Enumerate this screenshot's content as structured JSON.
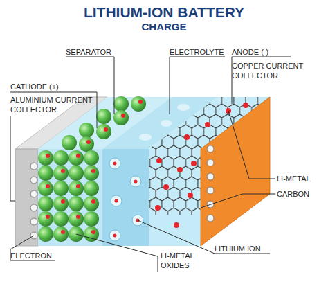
{
  "diagram": {
    "title": "LITHIUM-ION BATTERY",
    "labels": [
      "CHARGE",
      "SEPARATOR",
      "ELECTROLYTE",
      "ANODE (-)",
      "COPPER CURRENT COLLECTOR",
      "CATHODE (+)",
      "ALUMINIUM CURRENT COLLECTOR",
      "LI-METAL",
      "CARBON",
      "LITHIUM ION",
      "ELECTRON",
      "LI-METAL OXIDES"
    ]
  }
}
